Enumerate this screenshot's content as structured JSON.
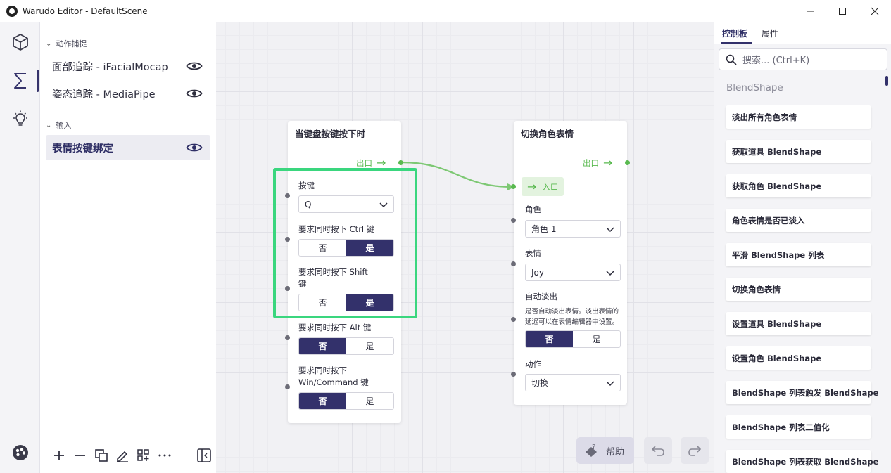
{
  "window": {
    "title": "Warudo Editor - DefaultScene"
  },
  "sidebar": {
    "sections": [
      {
        "label": "动作捕捉"
      },
      {
        "label": "输入"
      }
    ],
    "items": [
      {
        "label": "面部追踪 - iFacialMocap"
      },
      {
        "label": "姿态追踪 - MediaPipe"
      },
      {
        "label": "表情按键绑定"
      }
    ]
  },
  "nodes": {
    "keypress": {
      "title": "当键盘按键按下时",
      "output_label": "出口",
      "key_label": "按键",
      "key_value": "Q",
      "ctrl_label": "要求同时按下 Ctrl 键",
      "shift_label": "要求同时按下 Shift 键",
      "alt_label": "要求同时按下 Alt 键",
      "win_label": "要求同时按下 Win/Command 键",
      "no": "否",
      "yes": "是",
      "ctrl_value": "是",
      "shift_value": "是",
      "alt_value": "否",
      "win_value": "否"
    },
    "expression": {
      "title": "切换角色表情",
      "output_label": "出口",
      "input_label": "入口",
      "character_label": "角色",
      "character_value": "角色 1",
      "expression_label": "表情",
      "expression_value": "Joy",
      "autofade_label": "自动淡出",
      "autofade_desc": "是否自动淡出表情。淡出表情的延迟可以在表情编辑器中设置。",
      "autofade_value": "否",
      "no": "否",
      "yes": "是",
      "action_label": "动作",
      "action_value": "切换"
    }
  },
  "canvas_toolbar": {
    "help_label": "帮助"
  },
  "rightpanel": {
    "tabs": [
      "控制板",
      "属性"
    ],
    "active_tab": "控制板",
    "search_placeholder": "搜索... (Ctrl+K)",
    "group_label": "BlendShape",
    "cards": [
      "淡出所有角色表情",
      "获取道具 BlendShape",
      "获取角色 BlendShape",
      "角色表情是否已淡入",
      "平滑 BlendShape 列表",
      "切换角色表情",
      "设置道具 BlendShape",
      "设置角色 BlendShape",
      "BlendShape 列表触发 BlendShape",
      "BlendShape 列表二值化",
      "BlendShape 列表获取 BlendShape"
    ]
  },
  "colors": {
    "accent": "#33316b",
    "flow": "#59b94f",
    "highlight": "#3ad67e"
  },
  "icons": [
    "app-logo-icon",
    "minimize-icon",
    "maximize-icon",
    "close-icon",
    "cube-icon",
    "sigma-icon",
    "lightbulb-icon",
    "settings-icon",
    "eye-icon",
    "plus-icon",
    "minus-icon",
    "duplicate-icon",
    "edit-icon",
    "add-grid-icon",
    "more-icon",
    "panel-toggle-icon",
    "search-icon",
    "help-icon",
    "undo-icon",
    "redo-icon",
    "chevron-down-icon",
    "arrow-right-icon"
  ]
}
